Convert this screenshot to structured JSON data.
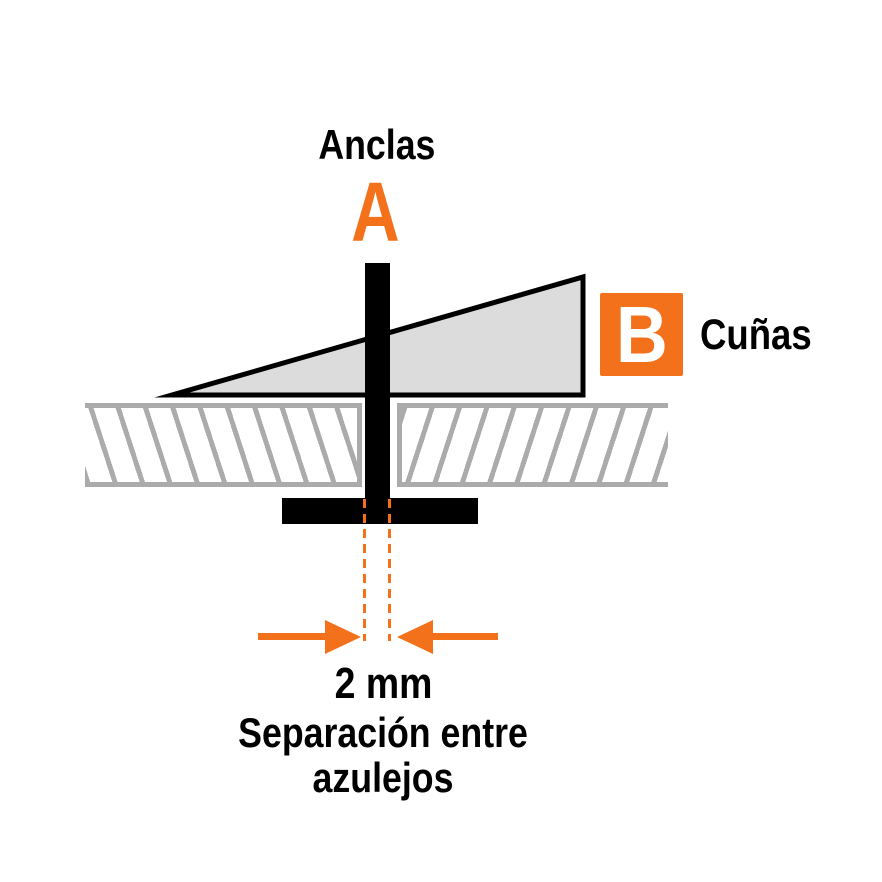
{
  "diagram": {
    "type": "tile-spacing-instruction",
    "parts": [
      {
        "key": "A",
        "label": "Anclas"
      },
      {
        "key": "B",
        "label": "Cuñas"
      }
    ],
    "measurement": {
      "value": "2 mm",
      "caption": "Separación entre azulejos"
    }
  },
  "colors": {
    "orange": "#F4711C",
    "ink": "#000000",
    "tile-gray": "#ABABAB",
    "wedge-fill": "#DCDCDC",
    "bg": "#FFFFFF"
  }
}
